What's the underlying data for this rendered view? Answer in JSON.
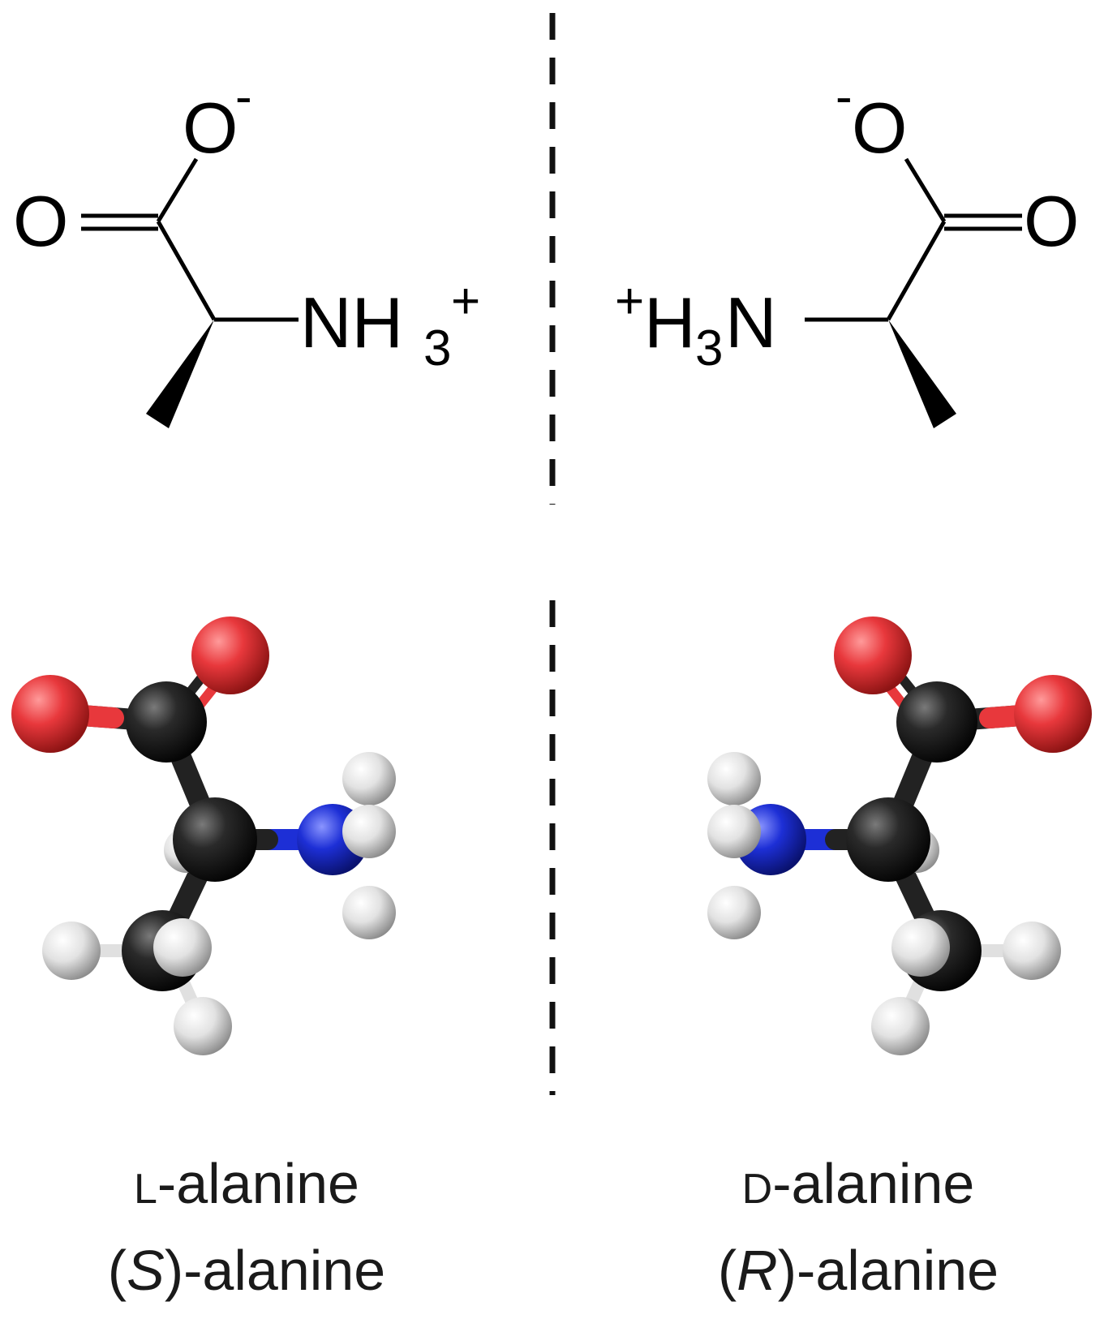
{
  "l_form": {
    "skeletal": {
      "o_carbonyl": "O",
      "o_carboxylate": "O",
      "o_charge": "-",
      "n_label": "NH",
      "n_subscript": "3",
      "n_charge": "+"
    },
    "name_line1_prefix": "L",
    "name_line1_suffix": "-alanine",
    "name_line2_open": "(",
    "name_line2_config": "S",
    "name_line2_suffix": ")-alanine"
  },
  "d_form": {
    "skeletal": {
      "o_carbonyl": "O",
      "o_carboxylate": "O",
      "o_charge": "-",
      "n_charge": "+",
      "n_label_h": "H",
      "n_subscript": "3",
      "n_label_n": "N"
    },
    "name_line1_prefix": "D",
    "name_line1_suffix": "-alanine",
    "name_line2_open": "(",
    "name_line2_config": "R",
    "name_line2_suffix": ")-alanine"
  },
  "colors": {
    "oxygen": "#e8383c",
    "carbon": "#1e1e1e",
    "nitrogen": "#1d2fd6",
    "hydrogen": "#e2e2e2",
    "mirror_line": "#111111"
  }
}
